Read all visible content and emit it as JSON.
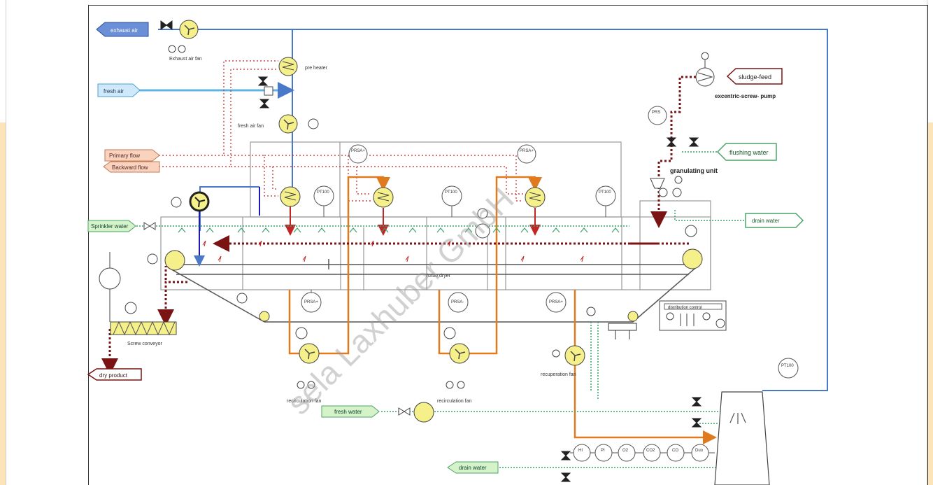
{
  "labels": {
    "exhaust_air": "exhaust air",
    "fresh_air": "fresh air",
    "primary_flow": "Primary flow",
    "backward_flow": "Backward flow",
    "sprinkler_water": "Sprinkler water",
    "dry_product": "dry product",
    "fresh_water": "fresh water",
    "drain_water_bottom": "drain water",
    "exhaust_air_fan": "Exhaust air fan",
    "pre_heater": "pre heater",
    "fresh_air_fan": "fresh air fan",
    "screw_conveyor": "Screw conveyor",
    "recirculation_fan_1": "recirculation fan",
    "recirculation_fan_2": "recirculation fan",
    "recuperation_fan": "recuperation fan",
    "turbo_dryer": "Turbo dryer",
    "distribution_control": "distribution control",
    "sludge_feed": "sludge-feed",
    "excentric_screw_pump": "excentric-screw- pump",
    "flushing_water": "flushing water",
    "granulating_unit": "granulating unit",
    "drain_water_right": "drain water",
    "watermark": "sela Laxhuber GmbH"
  },
  "instruments": {
    "pt100": "PT100",
    "prsa": "PRSA+",
    "prsam": "PRSA-",
    "prs": "PRS"
  },
  "analyzers": [
    "HI",
    "PI",
    "O2",
    "CO2",
    "CO",
    "Duo"
  ],
  "colors": {
    "air": "#4a79c9",
    "water": "#3aa36a",
    "hot": "#c22525",
    "recirc": "#e07a1f",
    "sludge": "#7a1414",
    "fan_fill": "#f5f08a"
  }
}
